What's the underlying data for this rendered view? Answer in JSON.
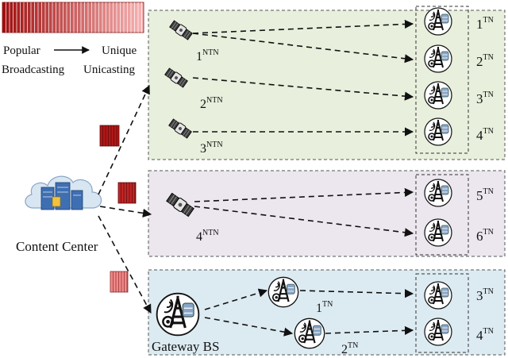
{
  "legend": {
    "popular_label": "Popular",
    "unique_label": "Unique",
    "broadcasting_label": "Broadcasting",
    "unicasting_label": "Unicasting"
  },
  "content_center": {
    "label": "Content Center"
  },
  "group1": {
    "satellites": [
      {
        "num": "1",
        "sup": "NTN"
      },
      {
        "num": "2",
        "sup": "NTN"
      },
      {
        "num": "3",
        "sup": "NTN"
      }
    ],
    "stations": [
      {
        "num": "1",
        "sup": "TN"
      },
      {
        "num": "2",
        "sup": "TN"
      },
      {
        "num": "3",
        "sup": "TN"
      },
      {
        "num": "4",
        "sup": "TN"
      }
    ]
  },
  "group2": {
    "satellites": [
      {
        "num": "4",
        "sup": "NTN"
      }
    ],
    "stations": [
      {
        "num": "5",
        "sup": "TN"
      },
      {
        "num": "6",
        "sup": "TN"
      }
    ]
  },
  "group3": {
    "gateway_label": "Gateway BS",
    "relays": [
      {
        "num": "1",
        "sup": "TN"
      },
      {
        "num": "2",
        "sup": "TN"
      }
    ],
    "stations": [
      {
        "num": "3",
        "sup": "TN"
      },
      {
        "num": "4",
        "sup": "TN"
      }
    ]
  },
  "colors": {
    "group1_bg": "#e8efdc",
    "group2_bg": "#ece6ef",
    "group3_bg": "#dcebf1",
    "content_red_dark": "#b01818",
    "content_red_light": "#f08a8a"
  }
}
